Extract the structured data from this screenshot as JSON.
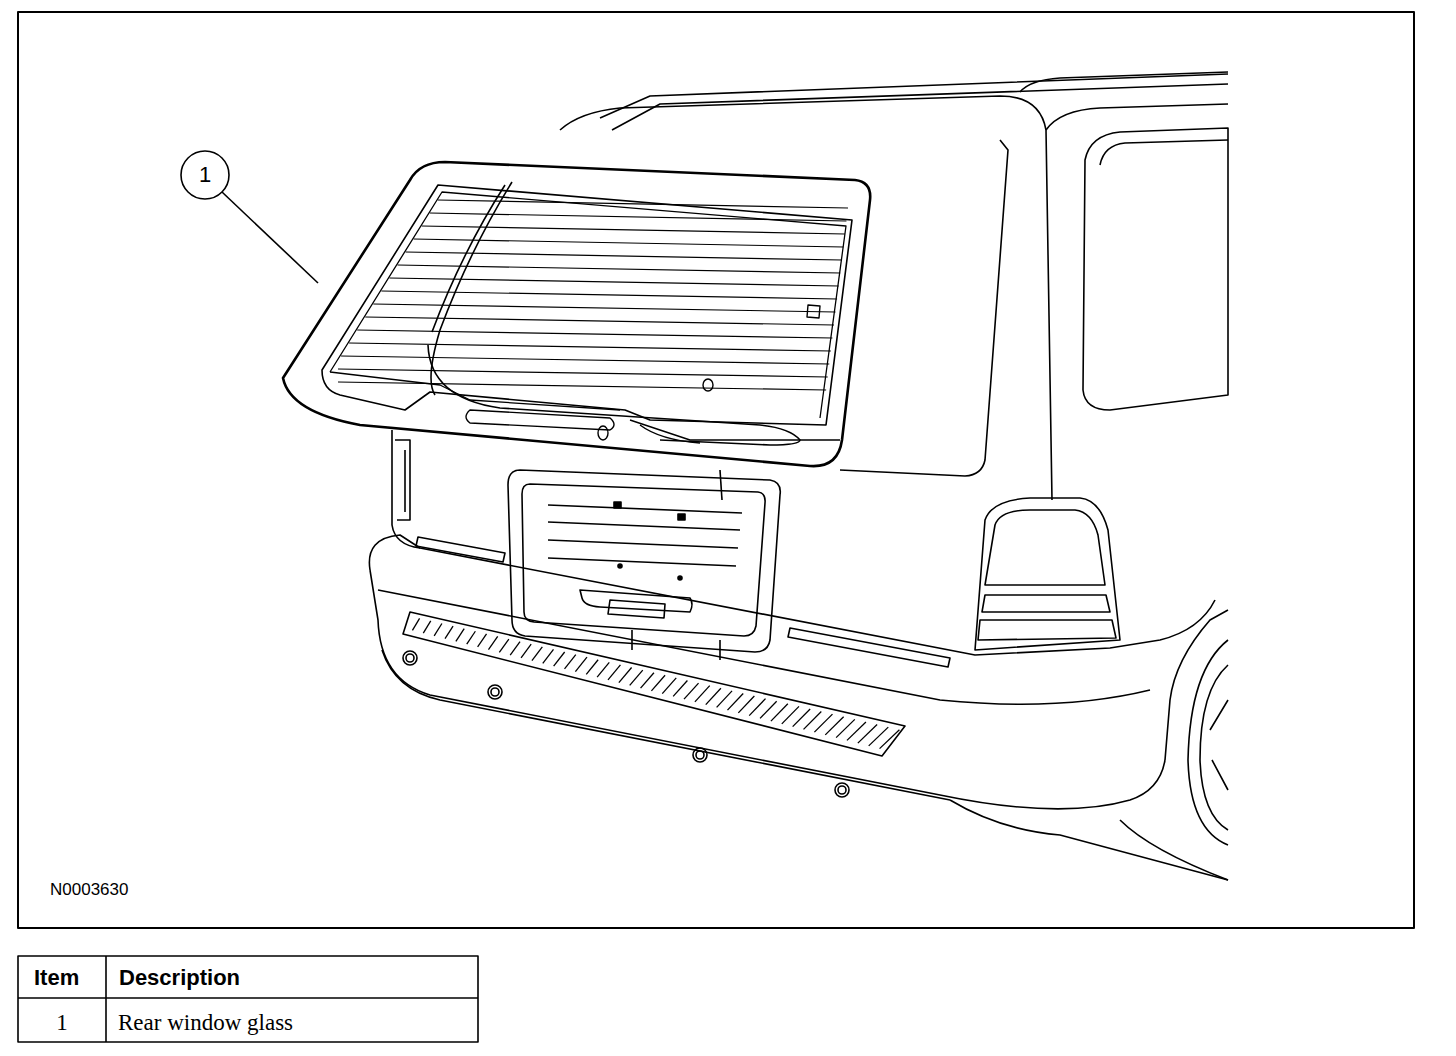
{
  "diagram": {
    "labels": [
      "1",
      "N0003630",
      "Item",
      "Description",
      "1",
      "Rear window glass"
    ]
  }
}
